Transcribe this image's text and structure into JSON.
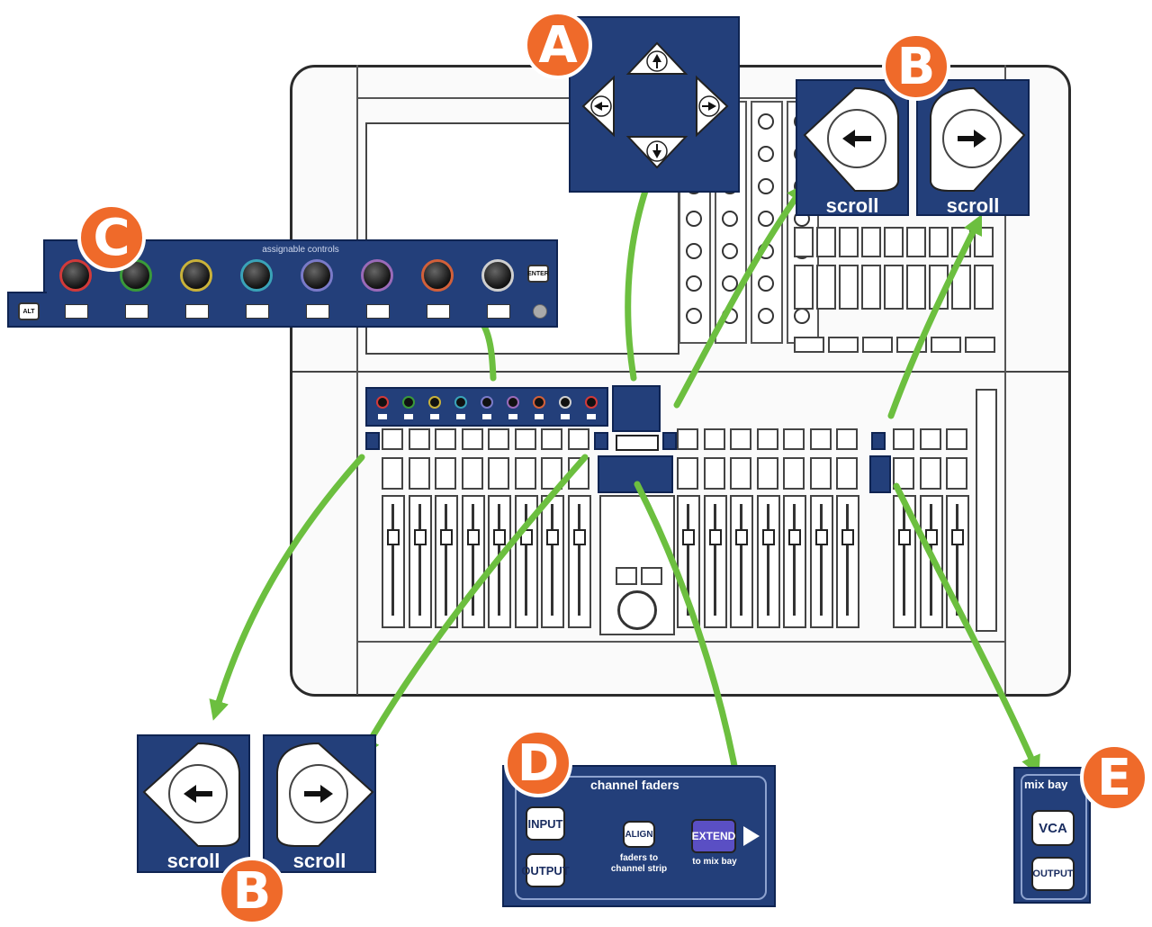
{
  "callouts": {
    "a": "A",
    "b_top": "B",
    "c": "C",
    "b_bottom": "B",
    "d": "D",
    "e": "E"
  },
  "scroll_top": {
    "left": "scroll",
    "right": "scroll"
  },
  "scroll_bottom": {
    "left": "scroll",
    "right": "scroll"
  },
  "assignable": {
    "title": "assignable controls",
    "alt": "ALT",
    "enter": "ENTER"
  },
  "channel_faders": {
    "title": "channel faders",
    "input": "INPUT",
    "output": "OUTPUT",
    "align": "ALIGN",
    "align_caption_1": "faders to",
    "align_caption_2": "channel strip",
    "extend": "EXTEND",
    "extend_caption": "to mix bay"
  },
  "mix_bay": {
    "title": "mix bay",
    "vca": "VCA",
    "output": "OUTPUT"
  },
  "colors": {
    "panel_blue": "#233f7a",
    "callout_orange": "#ef6a2a",
    "arrow_green": "#6cbf3f"
  }
}
